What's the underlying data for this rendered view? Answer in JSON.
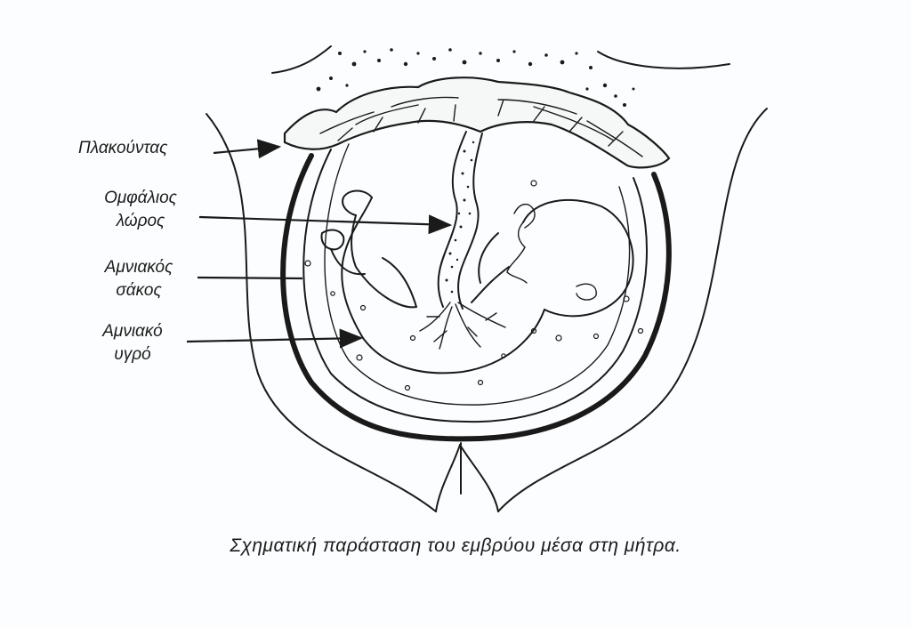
{
  "labels": {
    "placenta": "Πλακούντας",
    "umbilical_cord_line1": "Ομφάλιος",
    "umbilical_cord_line2": "λώρος",
    "amniotic_sac_line1": "Αμνιακός",
    "amniotic_sac_line2": "σάκος",
    "amniotic_fluid_line1": "Αμνιακό",
    "amniotic_fluid_line2": "υγρό"
  },
  "caption": "Σχηματική παράσταση του εμβρύου μέσα στη μήτρα."
}
